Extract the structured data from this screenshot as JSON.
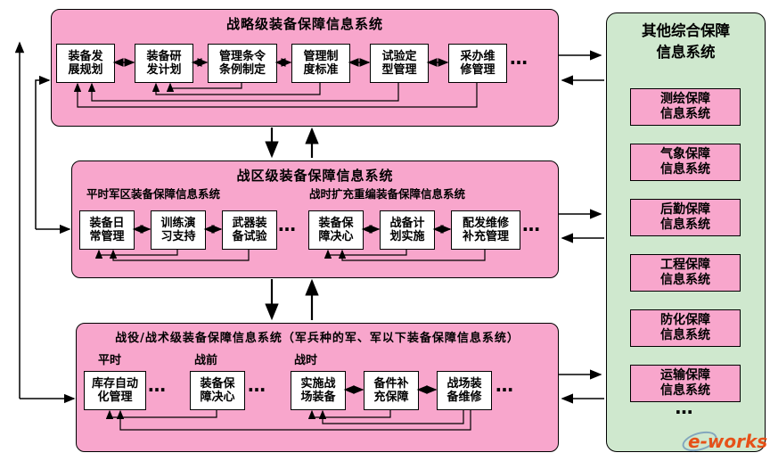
{
  "colors": {
    "panel_pink": "#F8A6CC",
    "panel_green": "#CFE8CE",
    "node_bg": "#FFFFFF",
    "line": "#000000",
    "watermark_orange": "#E8490F"
  },
  "strategic": {
    "title": "战略级装备保障信息系统",
    "boxes": [
      "装备发展规划",
      "装备研发计划",
      "管理条令条例制定",
      "管理制度标准",
      "试验定型管理",
      "采办维修管理"
    ],
    "ellipsis": "…"
  },
  "theater": {
    "title": "战区级装备保障信息系统",
    "peacetime_subtitle": "平时军区装备保障信息系统",
    "wartime_subtitle": "战时扩充重编装备保障信息系统",
    "peacetime_boxes": [
      "装备日常管理",
      "训练演习支持",
      "武器装备试验"
    ],
    "wartime_boxes": [
      "装备保障决心",
      "战备计划实施",
      "配发维修补充管理"
    ],
    "ellipsis": "…"
  },
  "tactical": {
    "title": "战役/战术级装备保障信息系统（军兵种的军、军以下装备保障信息系统）",
    "stage_labels": [
      "平时",
      "战前",
      "战时"
    ],
    "boxes": [
      "库存自动化管理",
      "装备保障决心",
      "实施战场装备",
      "备件补充保障",
      "战场装备维修"
    ],
    "ellipsis": "…"
  },
  "other": {
    "title": "其他综合保障信息系统",
    "items": [
      "测绘保障信息系统",
      "气象保障信息系统",
      "后勤保障信息系统",
      "工程保障信息系统",
      "防化保障信息系统",
      "运输保障信息系统"
    ],
    "ellipsis": "…"
  },
  "watermark": {
    "text": "e-works"
  }
}
